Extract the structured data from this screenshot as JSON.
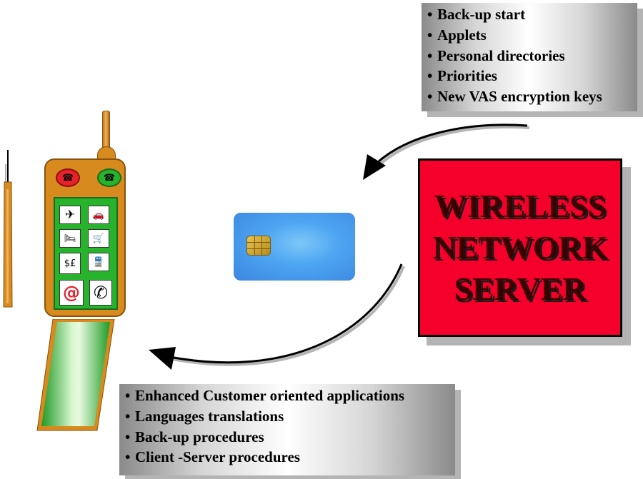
{
  "top_box": {
    "items": [
      "Back-up start",
      "Applets",
      "Personal directories",
      "Priorities",
      "New VAS encryption keys"
    ]
  },
  "bottom_box": {
    "items": [
      "Enhanced Customer oriented applications",
      "Languages translations",
      "Back-up procedures",
      "Client -Server procedures"
    ]
  },
  "server": {
    "lines": [
      "WIRELESS",
      "NETWORK",
      "SERVER"
    ],
    "color": "#f5002a"
  },
  "bullet_char": "•",
  "phone": {
    "keys": [
      {
        "icon": "airplane-icon",
        "glyph": "✈"
      },
      {
        "icon": "car-icon",
        "glyph": "🚗"
      },
      {
        "icon": "bed-icon",
        "glyph": "🛏"
      },
      {
        "icon": "shopping-cart-icon",
        "glyph": "🛒"
      },
      {
        "icon": "currency-icon",
        "glyph": "$£"
      },
      {
        "icon": "train-icon",
        "glyph": "🚆"
      },
      {
        "icon": "email-at-icon",
        "glyph": "@"
      },
      {
        "icon": "handset-icon",
        "glyph": "✆"
      }
    ],
    "end_call_color": "#e8202a",
    "answer_call_color": "#27b42c"
  }
}
